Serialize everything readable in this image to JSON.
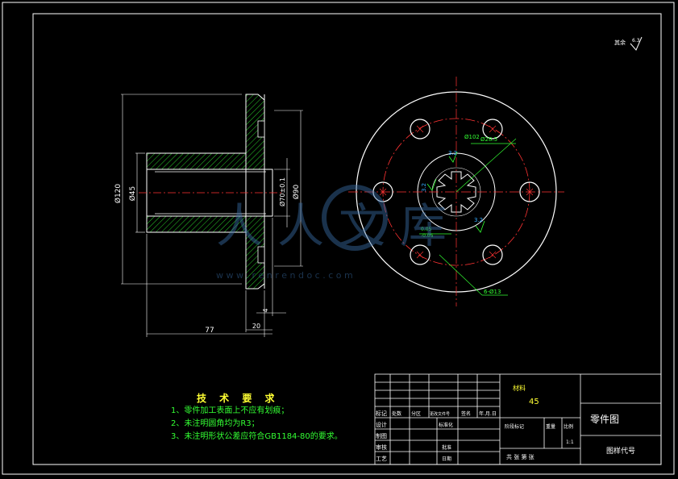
{
  "roughness_note": "其余",
  "roughness_value": "6.3",
  "side_view": {
    "dims": {
      "d_outer": "Ø120",
      "d_bore": "Ø45",
      "d_70": "Ø70±0.1",
      "d_90": "Ø90",
      "len_77": "77",
      "len_20": "20",
      "len_4": "4"
    }
  },
  "front_view": {
    "labels": {
      "pcd": "Ø102",
      "spline_od": "Ø28.5",
      "rough_a": "3.2",
      "rough_b": "3.2",
      "rough_c": "3.2",
      "tol_a": "0.05",
      "tol_b": "-0.05",
      "holes": "6-Ø13"
    }
  },
  "tech_req": {
    "title": "技 术 要 求",
    "items": [
      "1、零件加工表面上不应有划痕；",
      "2、未注明圆角均为R3；",
      "3、未注明形状公差应符合GB1184-80的要求。"
    ]
  },
  "watermark": {
    "text": "人人文库",
    "url": "w w w . r e n r e n d o c . c o m"
  },
  "title_block": {
    "material_label": "材料",
    "material": "45",
    "part_name": "零件图",
    "drawing_no": "图样代号",
    "row_labels": [
      "标记",
      "设计",
      "制图",
      "审核",
      "工艺"
    ],
    "header_cells": [
      "处数",
      "分区",
      "更改文件号",
      "签名",
      "年.月.日"
    ],
    "sign_cells": [
      "标准化",
      "批准",
      "日期"
    ],
    "stage_label": "阶段标记",
    "weight_label": "重量",
    "scale_label": "比例",
    "scale": "1:1",
    "sheets": "共  张  第  张"
  }
}
